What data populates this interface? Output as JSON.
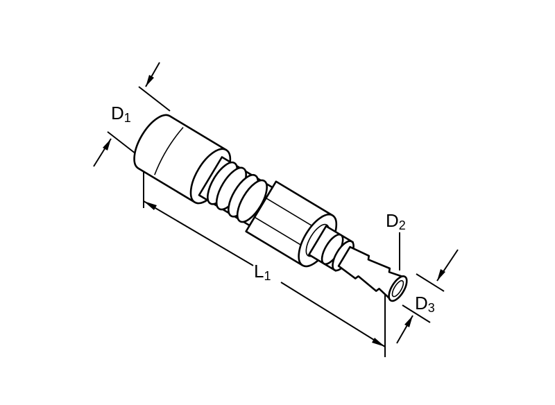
{
  "labels": {
    "d1": {
      "main": "D",
      "sub": "1"
    },
    "d2": {
      "main": "D",
      "sub": "2"
    },
    "d3": {
      "main": "D",
      "sub": "3"
    },
    "l1": {
      "main": "L",
      "sub": "1"
    }
  }
}
